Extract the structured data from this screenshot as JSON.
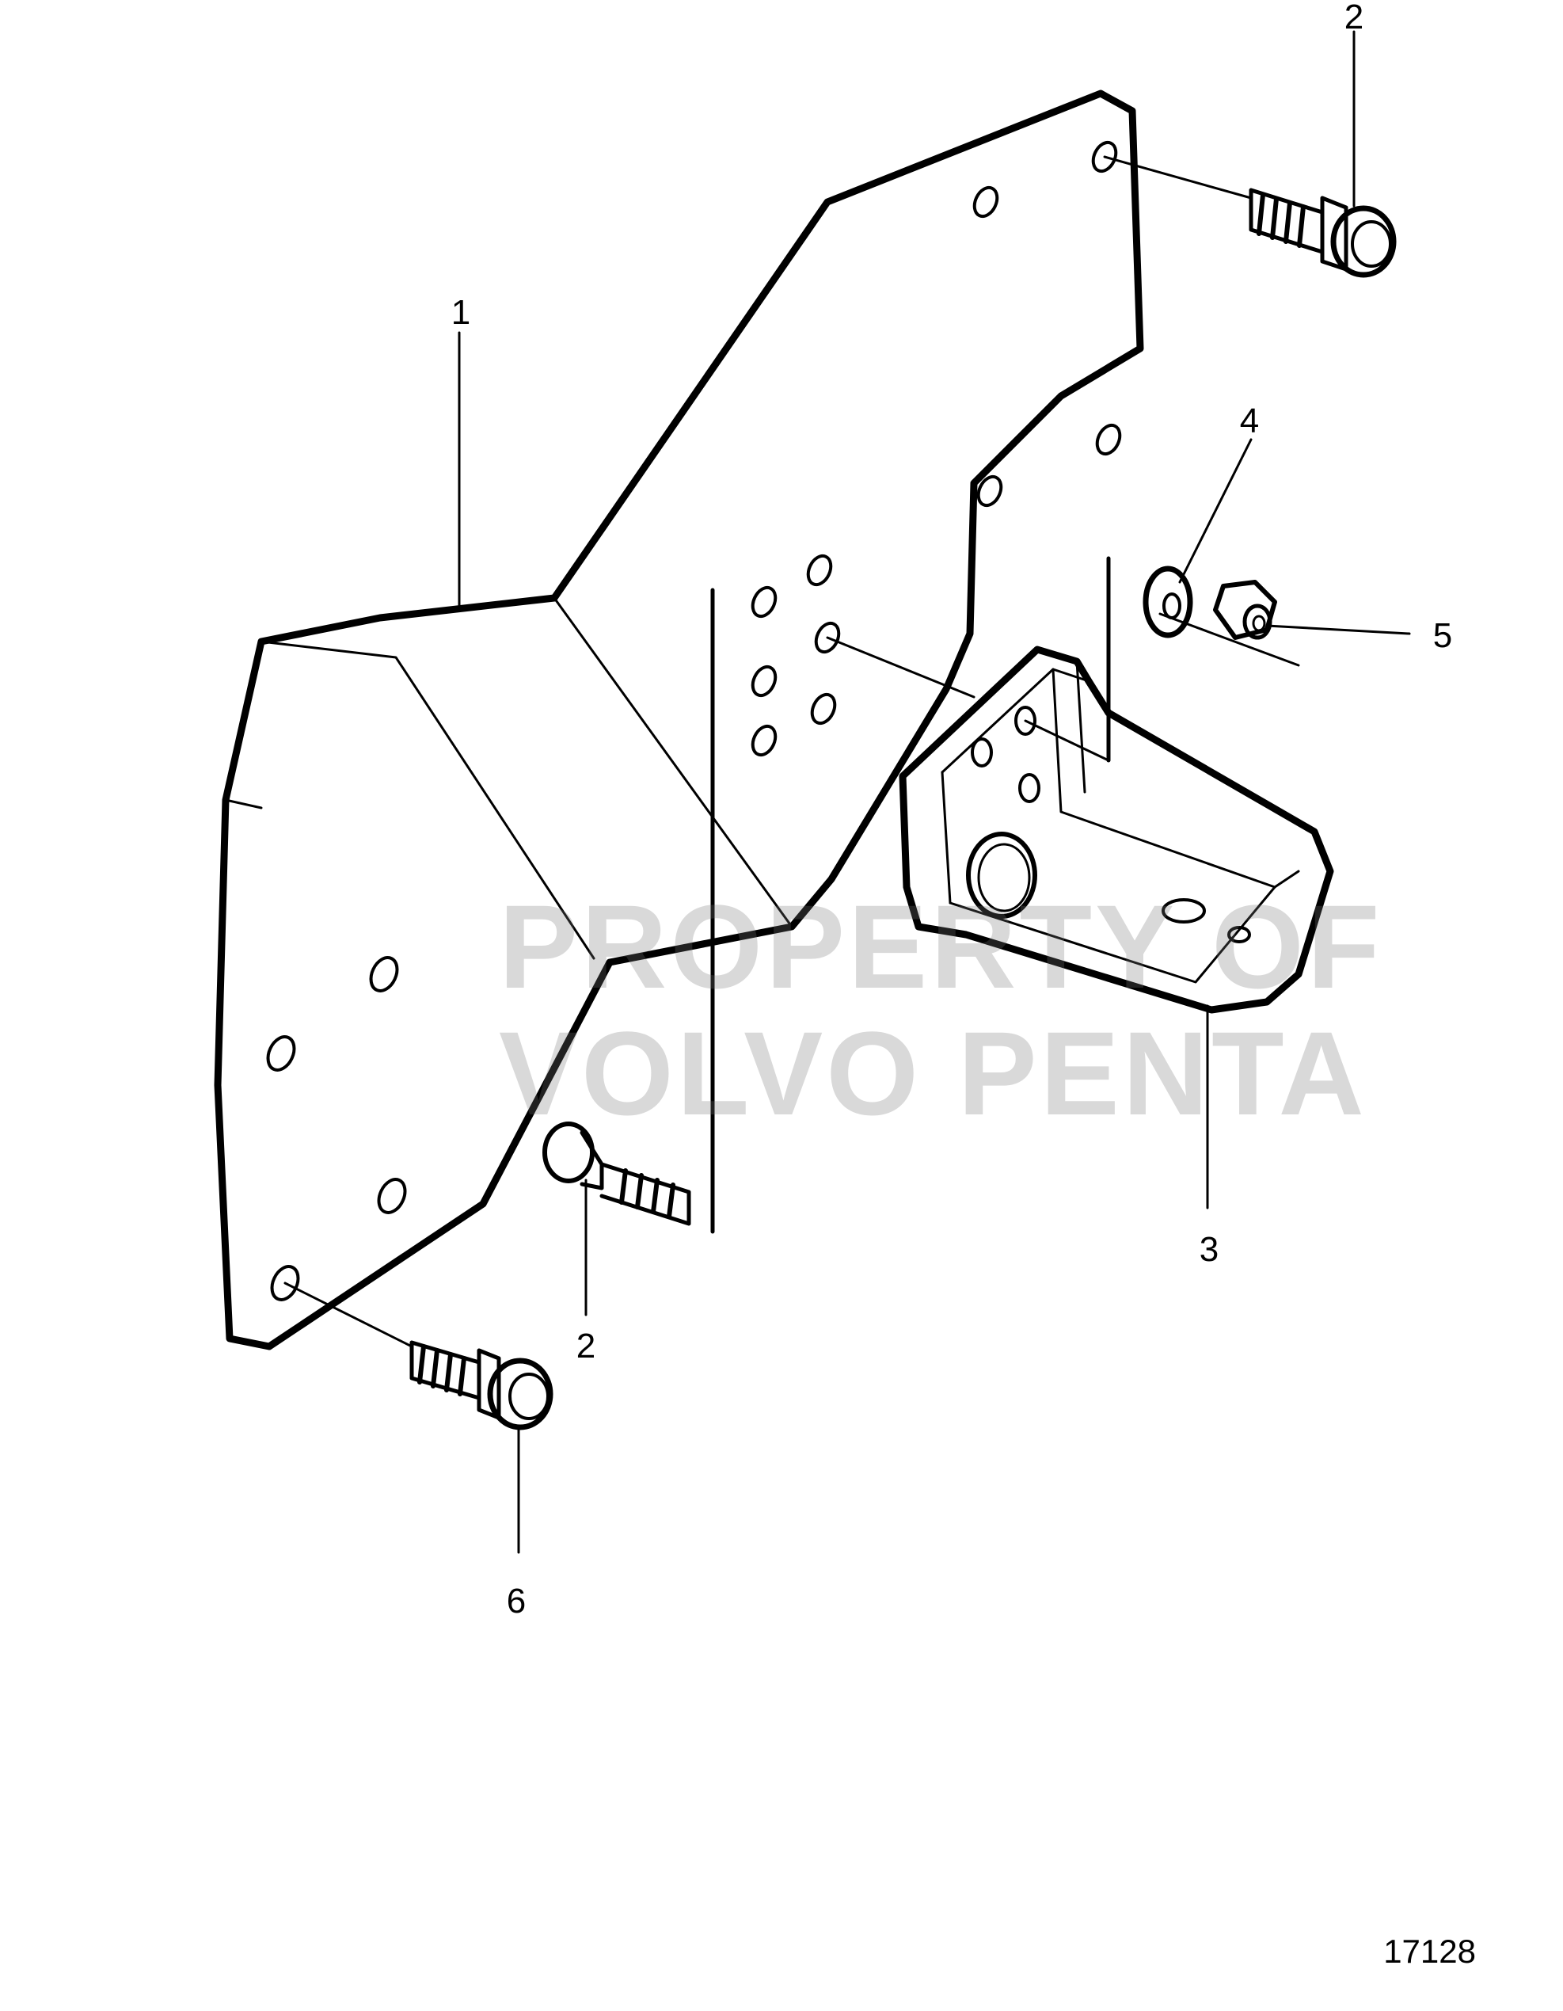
{
  "callouts": [
    {
      "id": "1",
      "label": "1"
    },
    {
      "id": "2-top",
      "label": "2"
    },
    {
      "id": "2-bottom",
      "label": "2"
    },
    {
      "id": "3",
      "label": "3"
    },
    {
      "id": "4",
      "label": "4"
    },
    {
      "id": "5",
      "label": "5"
    },
    {
      "id": "6",
      "label": "6"
    }
  ],
  "figure_number": "17128",
  "watermark": {
    "line1": "PROPERTY OF",
    "line2": "VOLVO PENTA"
  }
}
